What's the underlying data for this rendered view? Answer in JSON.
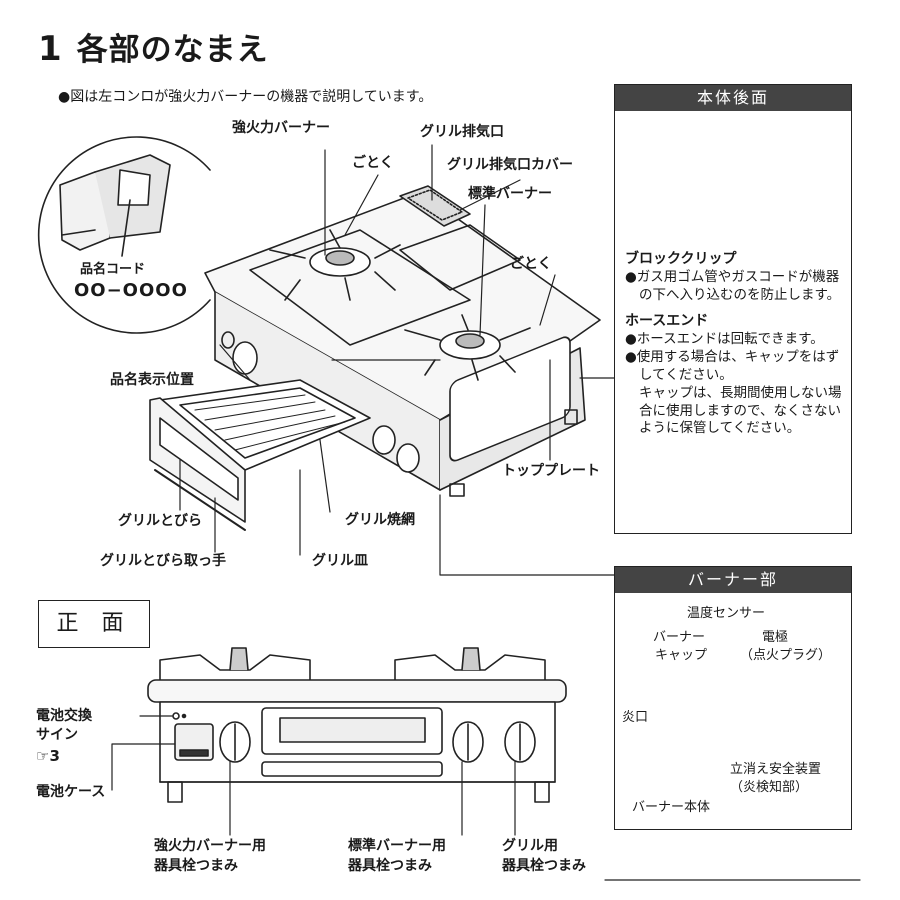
{
  "header": {
    "number": "1",
    "title": "各部のなまえ"
  },
  "note": "●図は左コンロが強火力バーナーの機器で説明しています。",
  "main_labels": {
    "strong_burner": "強火力バーナー",
    "gotoku_1": "ごとく",
    "grill_exhaust": "グリル排気口",
    "grill_exhaust_cover": "グリル排気口カバー",
    "standard_burner": "標準バーナー",
    "gotoku_2": "ごとく",
    "product_code": "品名コード",
    "product_code_value": "OO−OOOO",
    "name_display_position": "品名表示位置",
    "top_plate": "トッププレート",
    "grill_door": "グリルとびら",
    "grill_grate": "グリル焼網",
    "grill_door_handle": "グリルとびら取っ手",
    "grill_pan": "グリル皿"
  },
  "rear_panel": {
    "header": "本体後面",
    "block_clip": "ブロッククリップ",
    "block_clip_desc": "●ガス用ゴム管やガスコードが機器の下へ入り込むのを防止します。",
    "hose_end": "ホースエンド",
    "hose_end_desc1": "●ホースエンドは回転できます。",
    "hose_end_desc2": "●使用する場合は、キャップをはずしてください。",
    "hose_end_desc3": "キャップは、長期間使用しない場合に使用しますので、なくさないように保管してください。"
  },
  "burner_panel": {
    "header": "バーナー部",
    "temp_sensor": "温度センサー",
    "burner_cap_1": "バーナー",
    "burner_cap_2": "キャップ",
    "electrode_1": "電極",
    "electrode_2": "（点火プラグ）",
    "flame_port": "炎口",
    "safety_device_1": "立消え安全装置",
    "safety_device_2": "（炎検知部）",
    "burner_body": "バーナー本体"
  },
  "front": {
    "title": "正 面",
    "battery_sign_1": "電池交換",
    "battery_sign_2": "サイン",
    "battery_ref": "☞3",
    "battery_case": "電池ケース",
    "strong_knob_1": "強火力バーナー用",
    "strong_knob_2": "器具栓つまみ",
    "standard_knob_1": "標準バーナー用",
    "standard_knob_2": "器具栓つまみ",
    "grill_knob_1": "グリル用",
    "grill_knob_2": "器具栓つまみ"
  }
}
